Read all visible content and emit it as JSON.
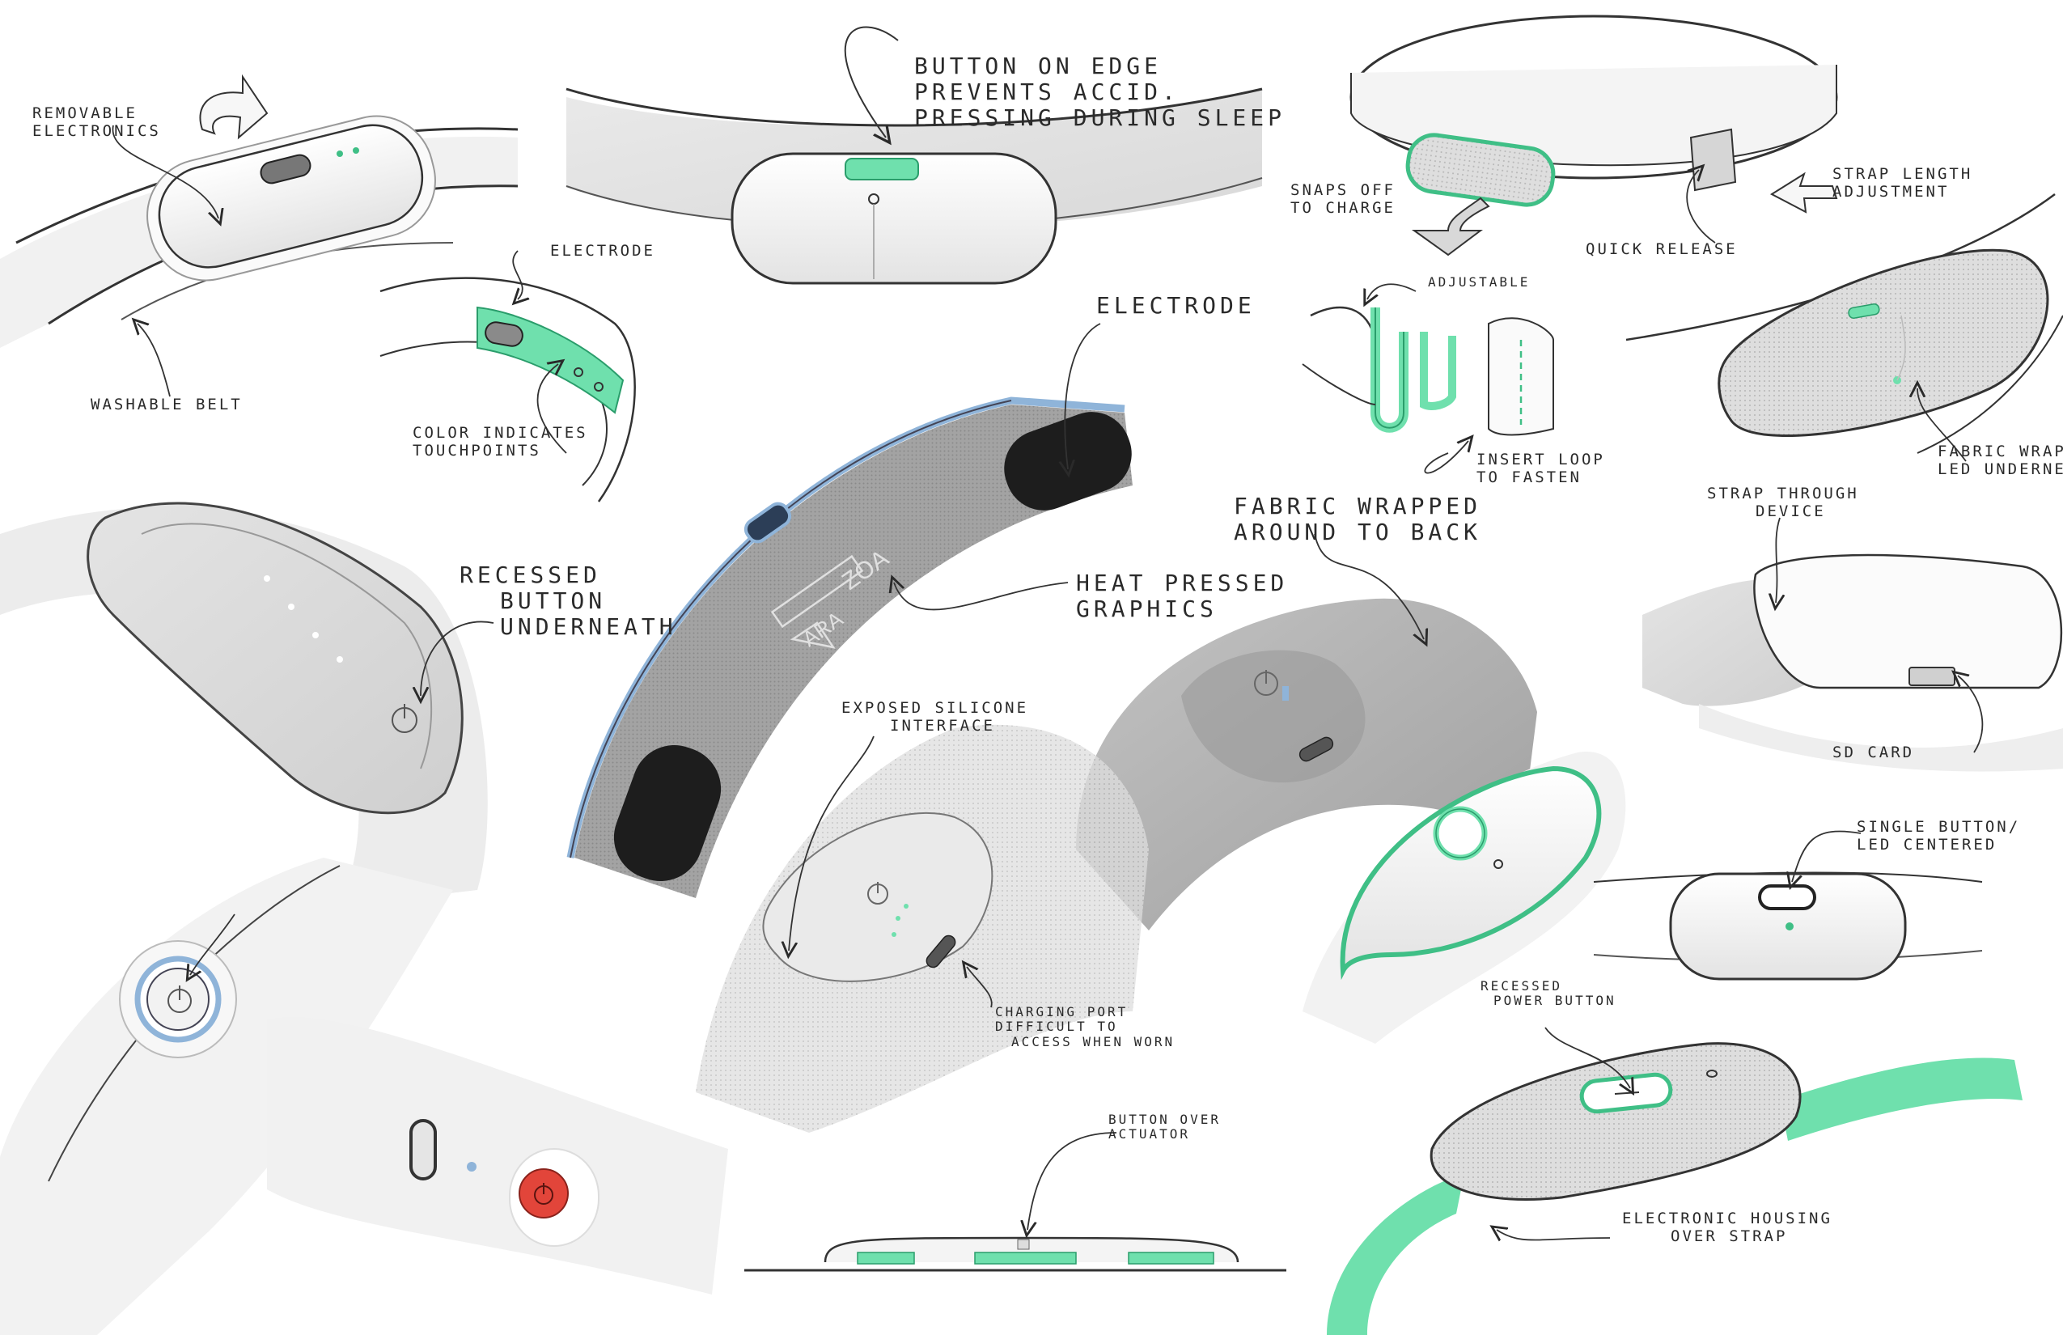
{
  "labels": {
    "removable_electronics": [
      "Removable",
      "electronics"
    ],
    "washable_belt": "Washable belt",
    "electrode_top": "Electrode",
    "color_indicates": [
      "Color indicates",
      "touchpoints"
    ],
    "button_on_edge": [
      "Button on edge",
      "prevents accid.",
      "pressing during sleep"
    ],
    "electrode_center": "Electrode",
    "snaps_off": [
      "Snaps off",
      "to charge"
    ],
    "quick_release": "Quick release",
    "strap_length": [
      "Strap length",
      "adjustment"
    ],
    "adjustable": "Adjustable",
    "insert_loop": [
      "Insert loop",
      "to fasten"
    ],
    "fabric_wrap_right": [
      "Fabric wrap",
      "LED underne"
    ],
    "strap_through": [
      "Strap through",
      "device"
    ],
    "sd_card": "SD card",
    "recessed_button": [
      "Recessed",
      "button",
      "underneath"
    ],
    "heat_pressed": [
      "Heat pressed",
      "graphics"
    ],
    "fabric_wrapped": [
      "Fabric wrapped",
      "around to back"
    ],
    "exposed_silicone": [
      "Exposed silicone",
      "interface"
    ],
    "charging_port": [
      "Charging port",
      "difficult to",
      "access when worn"
    ],
    "single_button": [
      "Single button/",
      "LED centered"
    ],
    "recessed_power": [
      "Recessed",
      "power button"
    ],
    "button_over_actuator": [
      "Button over",
      "actuator"
    ],
    "electronic_housing": [
      "Electronic housing",
      "over strap"
    ]
  },
  "colors": {
    "mint": "#6fe0ad",
    "mint_dark": "#3fbf86",
    "blue": "#8fb4d9",
    "red": "#e2453a",
    "fabric": "#a9a9a9",
    "ink": "#2a2a2a"
  },
  "graphic_text": [
    "ZOA",
    "ARA"
  ]
}
